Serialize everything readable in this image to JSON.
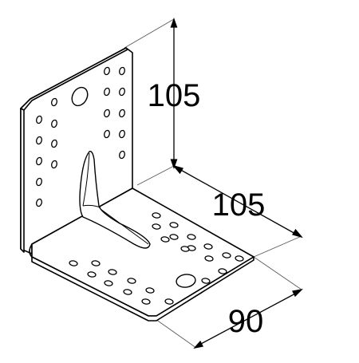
{
  "dimensions": {
    "height_label": "105",
    "depth_label": "105",
    "width_label": "90"
  },
  "colors": {
    "stroke": "#000000",
    "fill": "#ffffff",
    "thin_line": "#555555"
  }
}
